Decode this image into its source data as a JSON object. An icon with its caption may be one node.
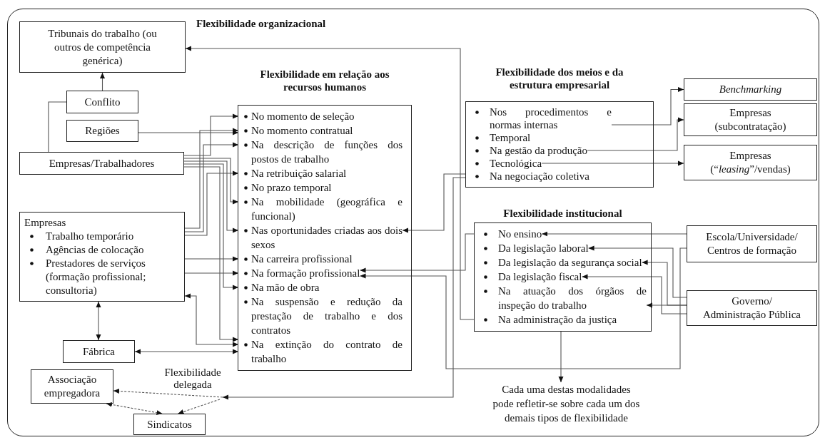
{
  "diagram": {
    "nodes": [
      {
        "text": [
          "Flexibilidade organizacional"
        ]
      },
      {
        "text": [
          "Tribunais do trabalho (ou outros de competência genérica)"
        ],
        "in": 0
      },
      {
        "text": [
          "Conflito"
        ],
        "in": 0
      },
      {
        "text": [
          "Regiões"
        ],
        "in": 0
      },
      {
        "text": [
          "Empresas/Trabalhadores"
        ],
        "in": 0
      },
      {
        "text": [
          "Empresas",
          "Trabalho temporário",
          "Agências de colocação",
          "Prestadores de serviços (formação profissional; consultoria)"
        ],
        "in": 0
      },
      {
        "text": [
          "Fábrica"
        ],
        "in": 0
      },
      {
        "text": [
          "Associação empregadora"
        ],
        "in": 0
      },
      {
        "text": [
          "Flexibilidade delegada"
        ],
        "in": 0
      },
      {
        "text": [
          "Sindicatos"
        ],
        "in": 0
      },
      {
        "text": [
          "Flexibilidade em relação aos recursos humanos"
        ],
        "in": 0
      },
      {
        "text": [
          "No momento de seleção"
        ],
        "in": 10
      },
      {
        "text": [
          "No momento contratual"
        ],
        "in": 10
      },
      {
        "text": [
          "Na descrição de funções dos postos de trabalho"
        ],
        "in": 10
      },
      {
        "text": [
          "Na retribuição salarial"
        ],
        "in": 10
      },
      {
        "text": [
          "No prazo temporal"
        ],
        "in": 10
      },
      {
        "text": [
          "Na mobilidade (geográfica e funcional)"
        ],
        "in": 10
      },
      {
        "text": [
          "Nas oportunidades criadas aos dois sexos"
        ],
        "in": 10
      },
      {
        "text": [
          "Na carreira profissional"
        ],
        "in": 10
      },
      {
        "text": [
          "Na formação profissional"
        ],
        "in": 10
      },
      {
        "text": [
          "Na mão de obra"
        ],
        "in": 10
      },
      {
        "text": [
          "Na suspensão e redução da prestação de trabalho e dos contratos"
        ],
        "in": 10
      },
      {
        "text": [
          "Na extinção do contrato de trabalho"
        ],
        "in": 10
      },
      {
        "text": [
          "Flexibilidade dos meios e da estrutura empresarial"
        ],
        "in": 0
      },
      {
        "text": [
          "Nos procedimentos e normas internas"
        ],
        "in": 23
      },
      {
        "text": [
          "Temporal"
        ],
        "in": 23
      },
      {
        "text": [
          "Na gestão da produção"
        ],
        "in": 23
      },
      {
        "text": [
          "Tecnológica"
        ],
        "in": 23
      },
      {
        "text": [
          "Na negociação coletiva"
        ],
        "in": 23
      },
      {
        "text": [
          "Benchmarking"
        ],
        "in": 0
      },
      {
        "text": [
          "Empresas (subcontratação)"
        ],
        "in": 0
      },
      {
        "text": [
          "Empresas (“*leasing*”/vendas)"
        ],
        "in": 0
      },
      {
        "text": [
          "Flexibilidade institucional"
        ],
        "in": 0
      },
      {
        "text": [
          "No ensino"
        ],
        "in": 32
      },
      {
        "text": [
          "Da legislação laboral"
        ],
        "in": 32
      },
      {
        "text": [
          "Da legislação da segurança social"
        ],
        "in": 32
      },
      {
        "text": [
          "Da legislação fiscal"
        ],
        "in": 32
      },
      {
        "text": [
          "Na atuação dos órgãos de inspeção do trabalho"
        ],
        "in": 32
      },
      {
        "text": [
          "Na administração da justiça"
        ],
        "in": 32
      },
      {
        "text": [
          "Escola/Universidade/ Centros de formação"
        ],
        "in": 0
      },
      {
        "text": [
          "Governo/ Administração Pública"
        ],
        "in": 0
      },
      {
        "text": [
          "Cada uma destas modalidades pode refletir-se sobre cada um dos demais tipos de flexibilidade"
        ],
        "in": 0
      }
    ],
    "edges": [
      {
        "from": 2,
        "to": 1,
        "arrow": "to"
      },
      {
        "from": 4,
        "to": 2,
        "arrow": "none"
      },
      {
        "from": 3,
        "to": 12,
        "arrow": "to"
      },
      {
        "from": 4,
        "to": 11,
        "arrow": "to"
      },
      {
        "from": 4,
        "to": 16,
        "arrow": "to"
      },
      {
        "from": 4,
        "to": 17,
        "arrow": "to"
      },
      {
        "from": 4,
        "to": 20,
        "arrow": "to"
      },
      {
        "from": 4,
        "to": 22,
        "arrow": "to"
      },
      {
        "from": 5,
        "to": 12,
        "arrow": "to"
      },
      {
        "from": 5,
        "to": 13,
        "arrow": "to"
      },
      {
        "from": 5,
        "to": 14,
        "arrow": "to"
      },
      {
        "from": 5,
        "to": 18,
        "arrow": "to"
      },
      {
        "from": 5,
        "to": 19,
        "arrow": "to"
      },
      {
        "from": 5,
        "to": 22,
        "arrow": "both"
      },
      {
        "from": 6,
        "to": 22,
        "arrow": "both"
      },
      {
        "from": 5,
        "to": 6,
        "arrow": "both"
      },
      {
        "from": 38,
        "to": 1,
        "arrow": "to"
      },
      {
        "from": 28,
        "to": 8,
        "arrow": "to"
      },
      {
        "from": 28,
        "to": 17,
        "arrow": "to"
      },
      {
        "from": 8,
        "to": 7,
        "arrow": "to",
        "style": "dashed"
      },
      {
        "from": 8,
        "to": 9,
        "arrow": "to",
        "style": "dashed"
      },
      {
        "from": 7,
        "to": 9,
        "arrow": "both",
        "style": "dashed"
      },
      {
        "from": 24,
        "to": 29,
        "arrow": "to"
      },
      {
        "from": 26,
        "to": 30,
        "arrow": "to"
      },
      {
        "from": 27,
        "to": 31,
        "arrow": "to"
      },
      {
        "from": 39,
        "to": 33,
        "arrow": "to"
      },
      {
        "from": 39,
        "to": 19,
        "arrow": "to"
      },
      {
        "from": 33,
        "to": 19,
        "arrow": "to"
      },
      {
        "from": 40,
        "to": 34,
        "arrow": "to"
      },
      {
        "from": 40,
        "to": 35,
        "arrow": "to"
      },
      {
        "from": 40,
        "to": 36,
        "arrow": "to"
      },
      {
        "from": 40,
        "to": 37,
        "arrow": "to"
      },
      {
        "from": 32,
        "to": 41,
        "arrow": "to"
      }
    ]
  }
}
